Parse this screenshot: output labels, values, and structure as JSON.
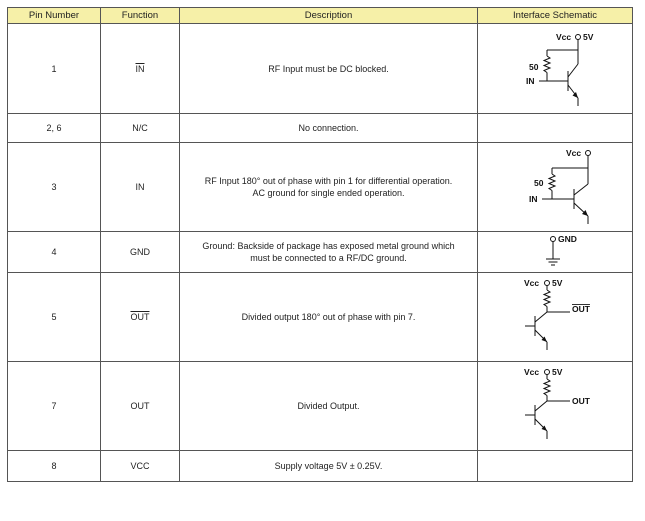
{
  "headers": {
    "pin": "Pin Number",
    "function": "Function",
    "description": "Description",
    "schematic": "Interface Schematic"
  },
  "rows": [
    {
      "pin": "1",
      "function": "IN",
      "function_overline": true,
      "description": [
        "RF Input must be DC blocked."
      ],
      "schematic": {
        "icon": "npn-input-inverted-schematic",
        "vcc": "Vcc",
        "supply": "5V",
        "resistor": "50",
        "port": "IN"
      }
    },
    {
      "pin": "2, 6",
      "function": "N/C",
      "function_overline": false,
      "description": [
        "No connection."
      ]
    },
    {
      "pin": "3",
      "function": "IN",
      "function_overline": false,
      "description": [
        "RF Input 180° out of phase with pin 1 for differential operation.",
        "AC ground for single ended operation."
      ],
      "schematic": {
        "icon": "npn-input-schematic",
        "vcc": "Vcc",
        "resistor": "50",
        "port": "IN"
      }
    },
    {
      "pin": "4",
      "function": "GND",
      "function_overline": false,
      "description": [
        "Ground: Backside of package has exposed metal ground which",
        "must be connected to a RF/DC ground."
      ],
      "schematic": {
        "icon": "ground-schematic",
        "label": "GND"
      }
    },
    {
      "pin": "5",
      "function": "OUT",
      "function_overline": true,
      "description": [
        "Divided output 180° out of phase with pin 7."
      ],
      "schematic": {
        "icon": "npn-output-inverted-schematic",
        "vcc": "Vcc",
        "supply": "5V",
        "port": "OUT"
      }
    },
    {
      "pin": "7",
      "function": "OUT",
      "function_overline": false,
      "description": [
        "Divided Output."
      ],
      "schematic": {
        "icon": "npn-output-schematic",
        "vcc": "Vcc",
        "supply": "5V",
        "port": "OUT"
      }
    },
    {
      "pin": "8",
      "function": "VCC",
      "function_overline": false,
      "description": [
        "Supply voltage 5V ± 0.25V."
      ]
    }
  ]
}
